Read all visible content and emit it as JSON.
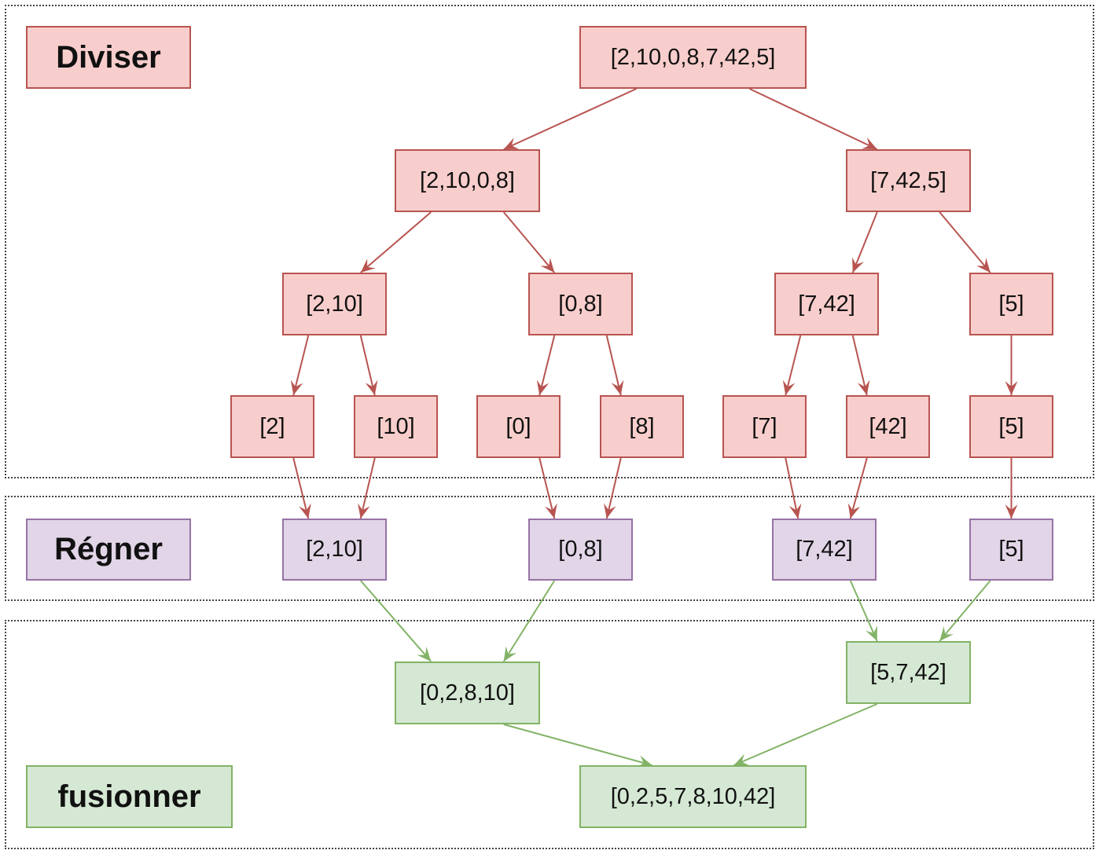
{
  "colors": {
    "divide_fill": "#f8cecc",
    "divide_stroke": "#b85450",
    "conquer_fill": "#e1d5e7",
    "conquer_stroke": "#9673a6",
    "merge_fill": "#d5e8d4",
    "merge_stroke": "#82b366"
  },
  "phases": {
    "divide": "Diviser",
    "conquer": "Régner",
    "merge": "fusionner"
  },
  "nodes": {
    "root": "[2,10,0,8,7,42,5]",
    "l": "[2,10,0,8]",
    "r": "[7,42,5]",
    "ll": "[2,10]",
    "lr": "[0,8]",
    "rl": "[7,42]",
    "rr": "[5]",
    "lll": "[2]",
    "llr": "[10]",
    "lrl": "[0]",
    "lrr": "[8]",
    "rll": "[7]",
    "rlr": "[42]",
    "rrr": "[5]",
    "c_ll": "[2,10]",
    "c_lr": "[0,8]",
    "c_rl": "[7,42]",
    "c_rr": "[5]",
    "m_l": "[0,2,8,10]",
    "m_r": "[5,7,42]",
    "result": "[0,2,5,7,8,10,42]"
  },
  "edges": [
    [
      "root",
      "l",
      "divide"
    ],
    [
      "root",
      "r",
      "divide"
    ],
    [
      "l",
      "ll",
      "divide"
    ],
    [
      "l",
      "lr",
      "divide"
    ],
    [
      "r",
      "rl",
      "divide"
    ],
    [
      "r",
      "rr",
      "divide"
    ],
    [
      "ll",
      "lll",
      "divide"
    ],
    [
      "ll",
      "llr",
      "divide"
    ],
    [
      "lr",
      "lrl",
      "divide"
    ],
    [
      "lr",
      "lrr",
      "divide"
    ],
    [
      "rl",
      "rll",
      "divide"
    ],
    [
      "rl",
      "rlr",
      "divide"
    ],
    [
      "rr",
      "rrr",
      "divide"
    ],
    [
      "lll",
      "c_ll",
      "divide"
    ],
    [
      "llr",
      "c_ll",
      "divide"
    ],
    [
      "lrl",
      "c_lr",
      "divide"
    ],
    [
      "lrr",
      "c_lr",
      "divide"
    ],
    [
      "rll",
      "c_rl",
      "divide"
    ],
    [
      "rlr",
      "c_rl",
      "divide"
    ],
    [
      "rrr",
      "c_rr",
      "divide"
    ],
    [
      "c_ll",
      "m_l",
      "merge"
    ],
    [
      "c_lr",
      "m_l",
      "merge"
    ],
    [
      "c_rl",
      "m_r",
      "merge"
    ],
    [
      "c_rr",
      "m_r",
      "merge"
    ],
    [
      "m_l",
      "result",
      "merge"
    ],
    [
      "m_r",
      "result",
      "merge"
    ]
  ]
}
